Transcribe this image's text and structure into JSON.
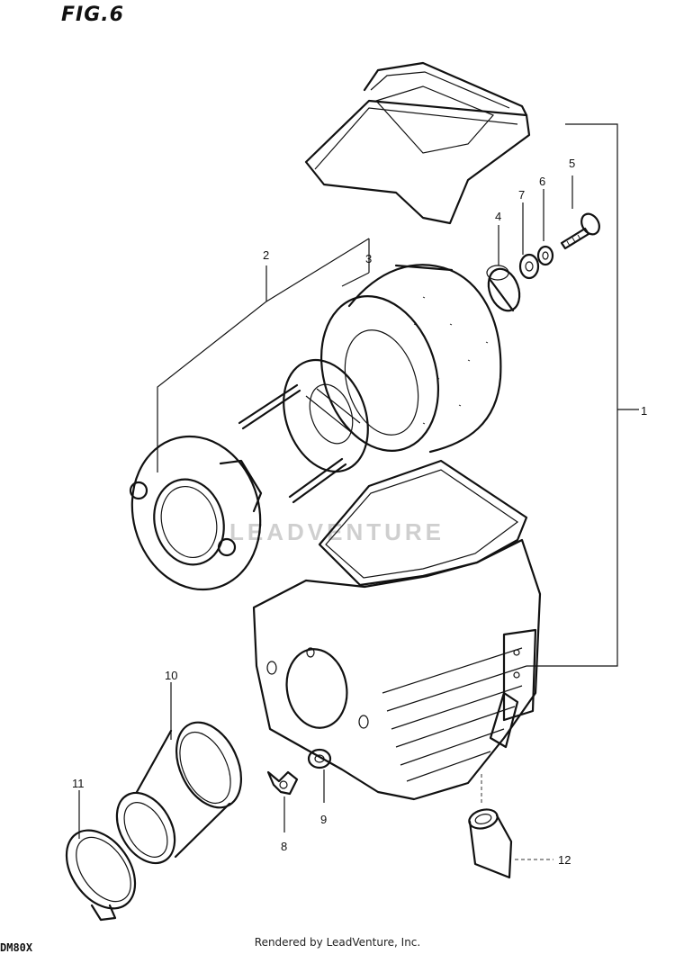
{
  "figure": {
    "title": "FIG.6"
  },
  "model_code": "DM80X",
  "footer": {
    "text": "Rendered by LeadVenture, Inc."
  },
  "watermark": {
    "text": "LEADVENTURE"
  },
  "callouts": [
    "1",
    "2",
    "3",
    "4",
    "5",
    "6",
    "7",
    "8",
    "9",
    "10",
    "11",
    "12"
  ]
}
